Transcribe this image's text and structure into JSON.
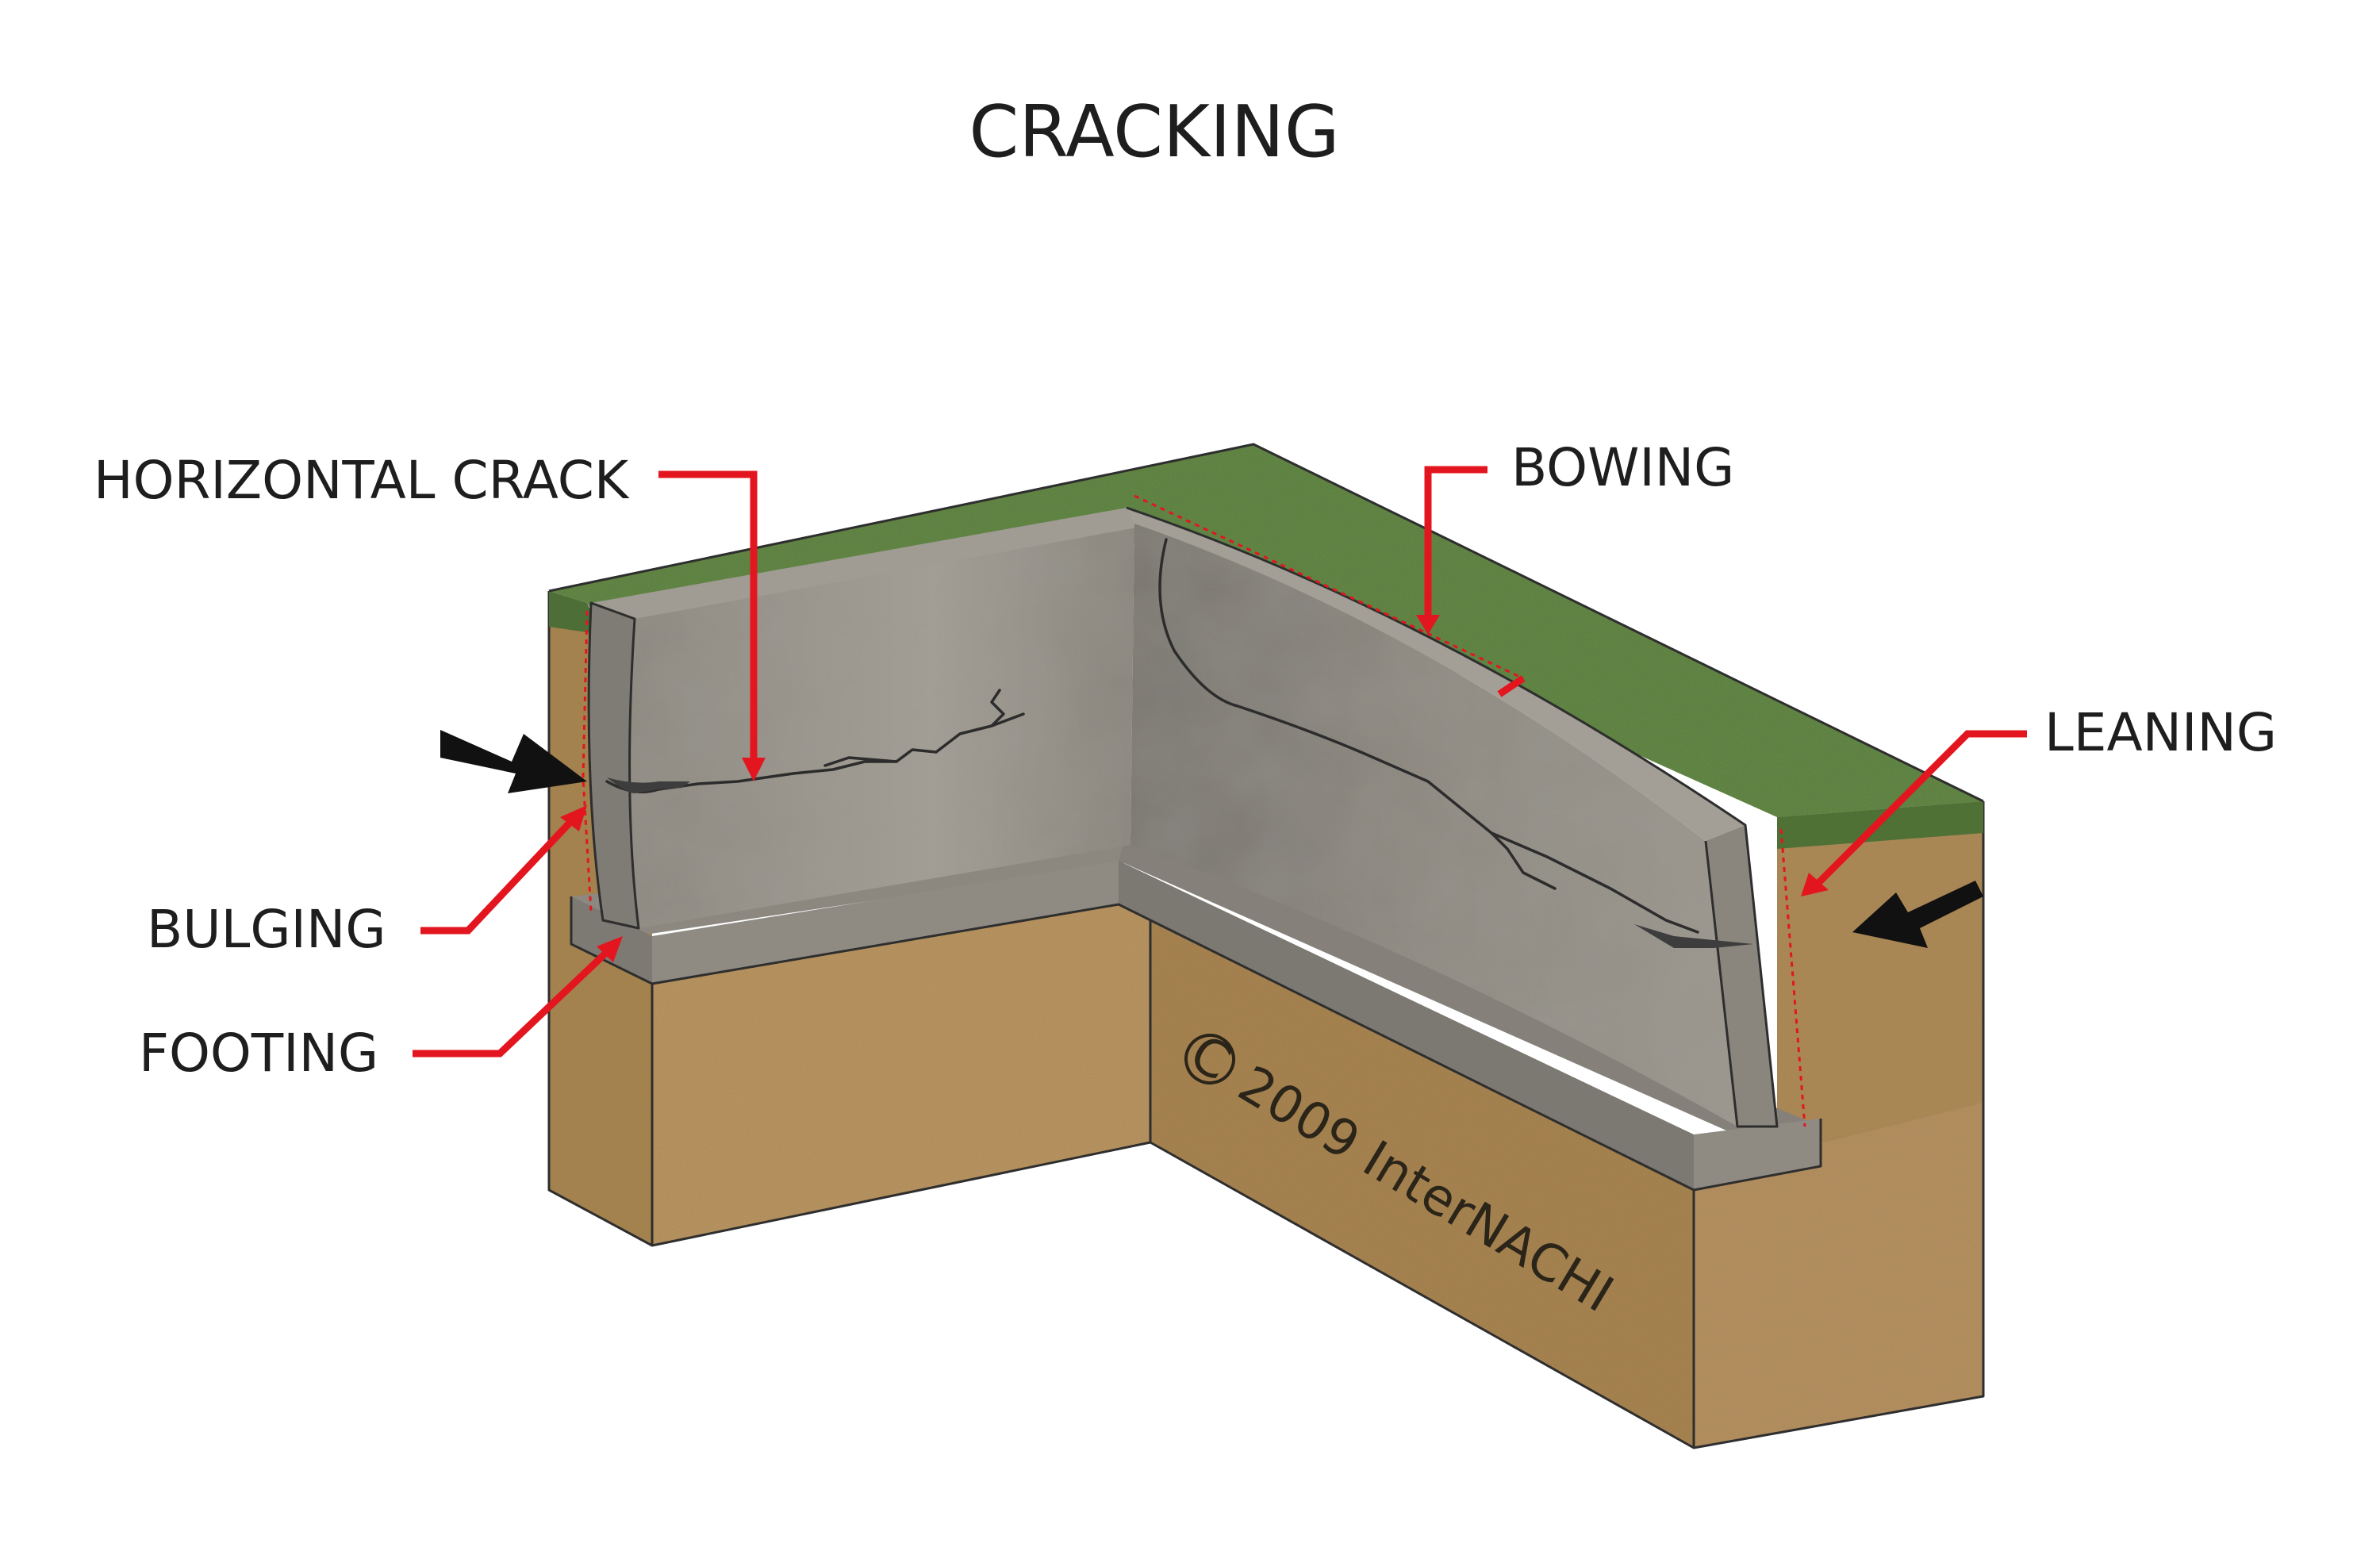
{
  "title": "CRACKING",
  "labels": {
    "horizontal_crack": "HORIZONTAL CRACK",
    "bowing": "BOWING",
    "leaning": "LEANING",
    "bulging": "BULGING",
    "footing": "FOOTING"
  },
  "watermark": {
    "symbol": "C",
    "text": "2009 InterNACHI"
  },
  "colors": {
    "callout_red": "#e3161f",
    "soil": "#b38c57",
    "concrete": "#9a968d",
    "grass": "#5a7f3c",
    "text": "#1e1e1e"
  },
  "icons": {
    "pressure_arrow": "soil-pressure-arrow"
  }
}
